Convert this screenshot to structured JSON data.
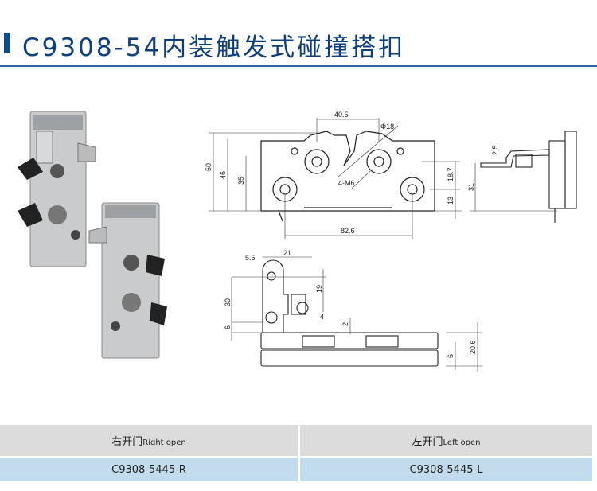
{
  "title": "C9308-54内装触发式碰撞搭扣",
  "front_view": {
    "d1": "40.5",
    "d2": "Φ18",
    "d3": "50",
    "d4": "46",
    "d5": "35",
    "d6": "4-M6",
    "d7": "18.7",
    "d8": "13",
    "d9": "82.6"
  },
  "side_view": {
    "d1": "2.5",
    "d2": "31"
  },
  "top_view": {
    "d1": "5.5",
    "d2": "21",
    "d3": "19",
    "d4": "30",
    "d5": "4",
    "d6": "6",
    "d7": "2",
    "d8": "20.6",
    "d9": "6"
  },
  "table": {
    "headers": [
      {
        "cn": "右开门",
        "en": "Right open"
      },
      {
        "cn": "左开门",
        "en": "Left open"
      }
    ],
    "row": [
      "C9308-5445-R",
      "C9308-5445-L"
    ]
  }
}
